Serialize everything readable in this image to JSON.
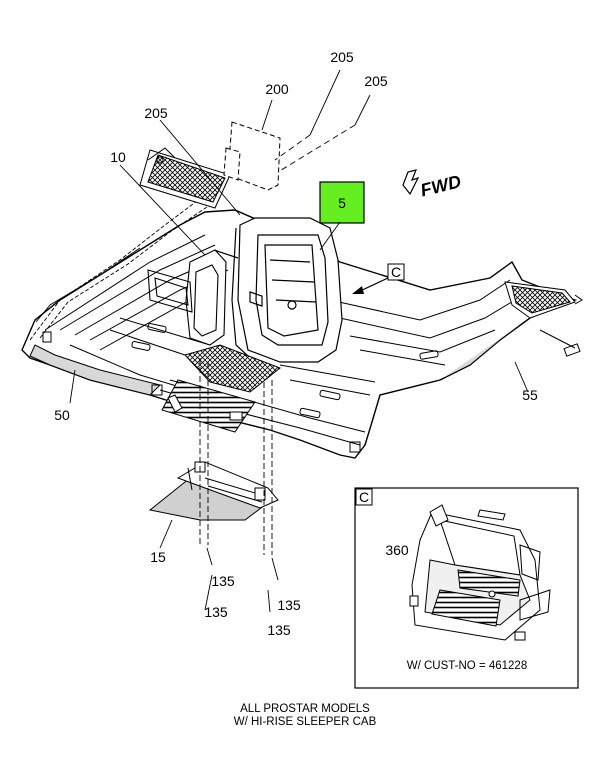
{
  "callouts": {
    "c205_top": "205",
    "c205_right": "205",
    "c205_left": "205",
    "c200": "200",
    "c10": "10",
    "c5": "5",
    "c50": "50",
    "c55": "55",
    "c15": "15",
    "c135_a": "135",
    "c135_b": "135",
    "c135_c": "135",
    "c135_d": "135",
    "c360": "360"
  },
  "view_marker": "C",
  "fwd_label": "FWD",
  "detail": {
    "view_marker": "C",
    "note": "W/ CUST-NO = 461228"
  },
  "caption": {
    "line1": "ALL PROSTAR MODELS",
    "line2": "W/ HI-RISE SLEEPER CAB"
  },
  "colors": {
    "highlight": "#66ee22",
    "line": "#000000",
    "shade": "#d8d8d8"
  }
}
